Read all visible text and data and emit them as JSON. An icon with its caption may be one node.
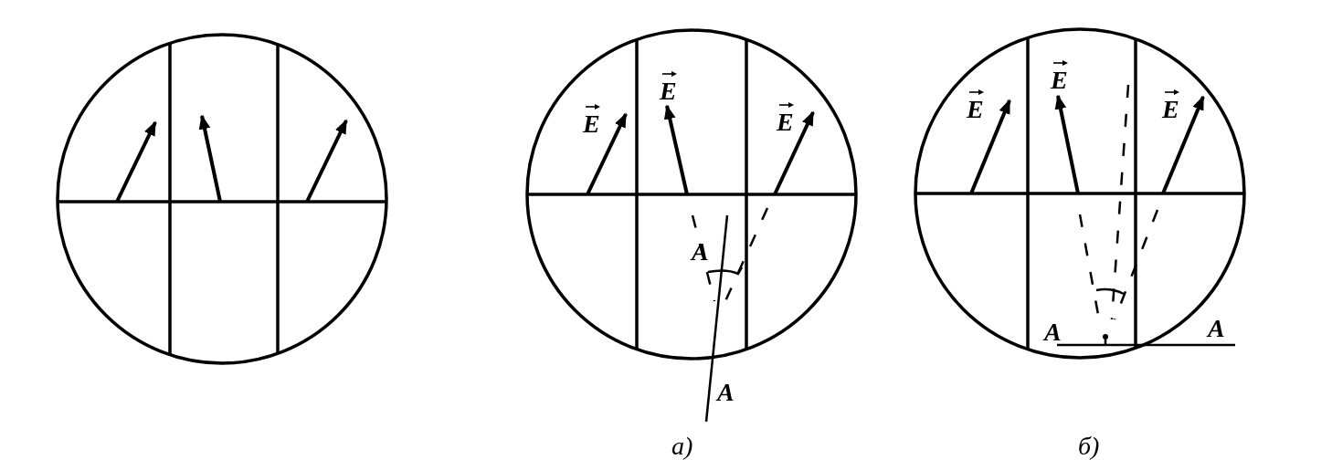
{
  "diagram": {
    "labels": [
      "E",
      "E",
      "E",
      "A",
      "A",
      "a)",
      "E",
      "E",
      "E",
      "A",
      "A",
      "б)"
    ]
  }
}
